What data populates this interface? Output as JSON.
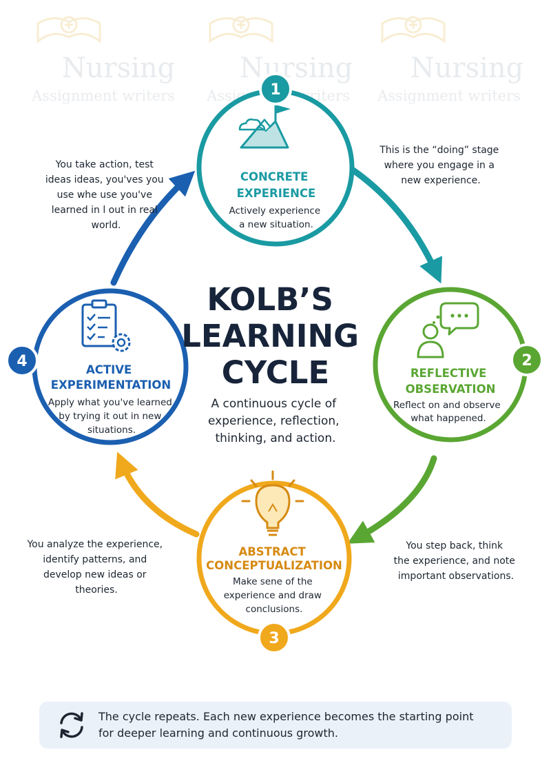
{
  "watermark": {
    "brand": "Nursing",
    "tagline": "Assignment writers"
  },
  "title": {
    "lines": [
      "KOLB’S",
      "LEARNING",
      "CYCLE"
    ]
  },
  "subtitle": {
    "lines": [
      "A continuous cycle of",
      "experience, reflection,",
      "thinking, and action."
    ]
  },
  "stages": [
    {
      "number": "1",
      "color": "#1a9aa2",
      "icon": "mountain-flag-icon",
      "title_lines": [
        "CONCRETE",
        "EXPERIENCE"
      ],
      "desc_lines": [
        "Actively experience",
        "a new situation."
      ],
      "side_lines": [
        "This is the “doing” stage",
        "where you engage in a",
        "new experience."
      ]
    },
    {
      "number": "2",
      "color": "#5aa633",
      "icon": "person-speech-bubble-icon",
      "title_lines": [
        "REFLECTIVE",
        "OBSERVATION"
      ],
      "desc_lines": [
        "Reflect on and observe",
        "what happened."
      ],
      "side_lines": [
        "You step back, think",
        "the experience, and note",
        "important observations."
      ]
    },
    {
      "number": "3",
      "color": "#f0a81c",
      "title_color": "#d68a12",
      "icon": "lightbulb-icon",
      "title_lines": [
        "ABSTRACT",
        "CONCEPTUALIZATION"
      ],
      "desc_lines": [
        "Make sene of the",
        "experience and draw",
        "conclusions."
      ],
      "side_lines": [
        "You analyze the experience,",
        "identify patterns, and",
        "develop new ideas or",
        "theories."
      ]
    },
    {
      "number": "4",
      "color": "#1b5fb0",
      "icon": "clipboard-gear-icon",
      "title_lines": [
        "ACTIVE",
        "EXPERIMENTATION"
      ],
      "desc_lines": [
        "Apply what you've learned",
        "by trying it out in new",
        "situations."
      ],
      "side_lines": [
        "You take action, test",
        "ideas ideas, you'ves you",
        "use whe use you've",
        "learned in l out in real",
        "world."
      ]
    }
  ],
  "footer": {
    "icon": "cycle-arrows-icon",
    "lines": [
      "The cycle repeats. Each new experience becomes the starting point",
      "for deeper learning and continuous growth."
    ]
  }
}
